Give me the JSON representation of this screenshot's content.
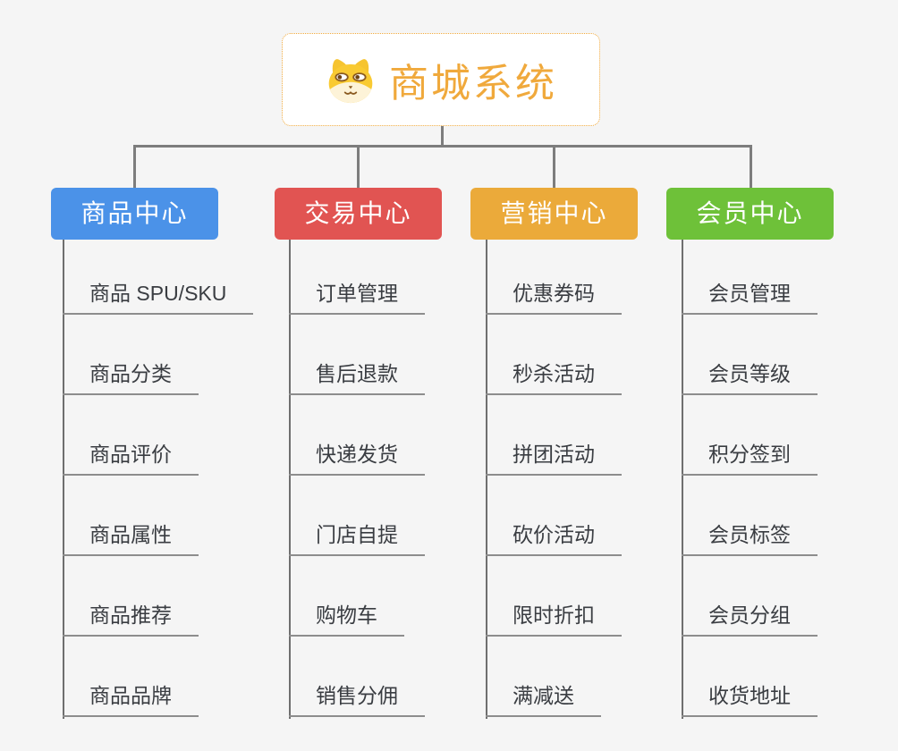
{
  "root": {
    "title": "商城系统",
    "icon": "shiba-dog-icon",
    "border_color": "#f0a93c",
    "text_color": "#f0a93c"
  },
  "connector_color": "#7d7d7d",
  "background_color": "#f5f5f5",
  "branches": [
    {
      "label": "商品中心",
      "color": "#4b92e8",
      "items": [
        "商品 SPU/SKU",
        "商品分类",
        "商品评价",
        "商品属性",
        "商品推荐",
        "商品品牌"
      ]
    },
    {
      "label": "交易中心",
      "color": "#e15452",
      "items": [
        "订单管理",
        "售后退款",
        "快递发货",
        "门店自提",
        "购物车",
        "销售分佣"
      ]
    },
    {
      "label": "营销中心",
      "color": "#ebaa3a",
      "items": [
        "优惠券码",
        "秒杀活动",
        "拼团活动",
        "砍价活动",
        "限时折扣",
        "满减送"
      ]
    },
    {
      "label": "会员中心",
      "color": "#6ec139",
      "items": [
        "会员管理",
        "会员等级",
        "积分签到",
        "会员标签",
        "会员分组",
        "收货地址"
      ]
    }
  ]
}
